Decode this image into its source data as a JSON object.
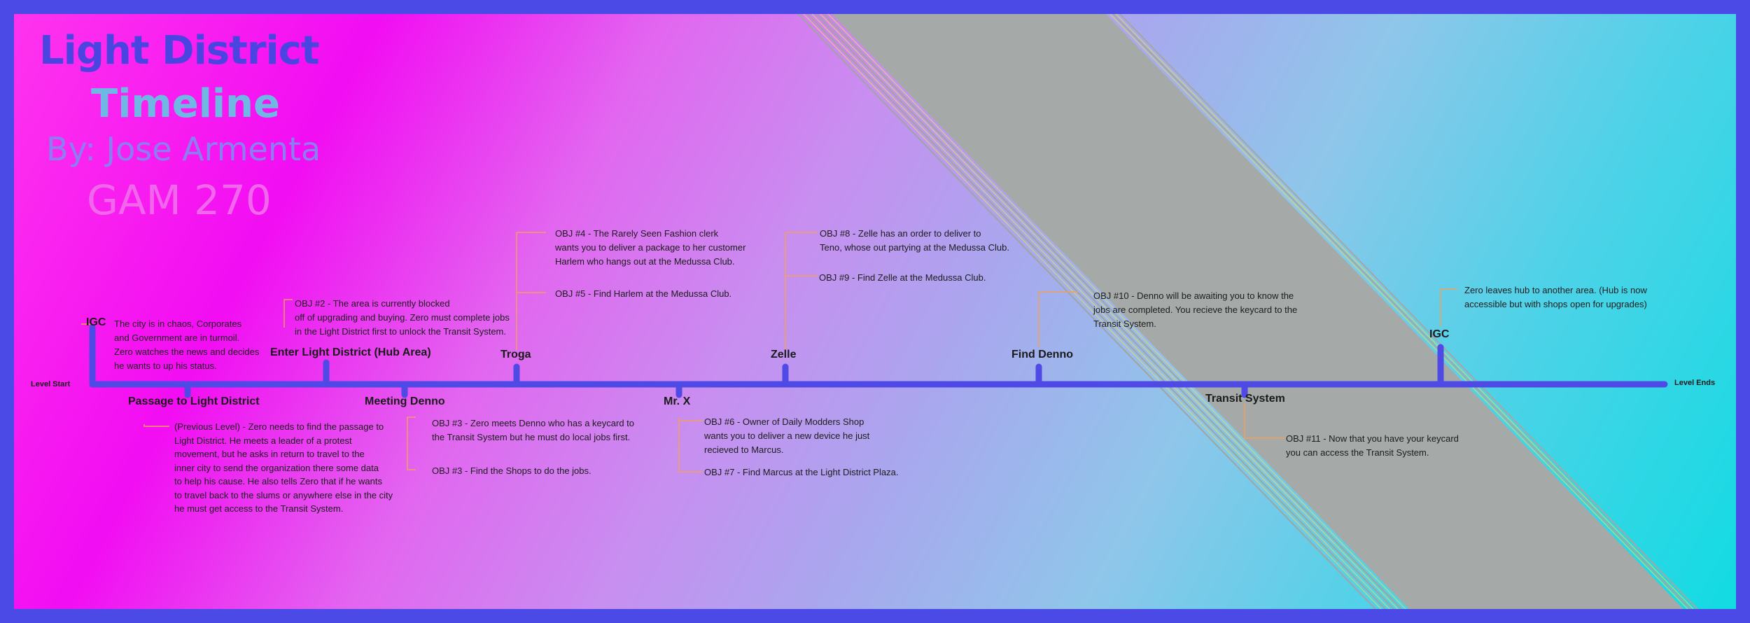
{
  "header": {
    "title": "Light District",
    "subtitle": "Timeline",
    "author": "By: Jose Armenta",
    "course": "GAM 270"
  },
  "timeline": {
    "start_label": "Level Start",
    "end_label": "Level Ends",
    "events": [
      {
        "label": "IGC"
      },
      {
        "label": "Passage to Light District"
      },
      {
        "label": "Enter Light District (Hub Area)"
      },
      {
        "label": "Meeting Denno"
      },
      {
        "label": "Troga"
      },
      {
        "label": "Mr. X"
      },
      {
        "label": "Zelle"
      },
      {
        "label": "Find Denno"
      },
      {
        "label": "Transit System"
      },
      {
        "label": "IGC"
      }
    ],
    "notes": [
      "The city is in chaos, Corporates\nand Government are in turmoil.\nZero watches the news and decides\nhe wants to up his status.",
      "(Previous Level) - Zero needs to find the passage to\nLight District. He meets a leader of a protest\nmovement, but he asks in return to travel to the\ninner city to send the organization there some data\nto help his cause. He also tells Zero that if he wants\nto travel back to the slums or anywhere else in the city\nhe must get access to the Transit System.",
      "OBJ #2 - The area is currently blocked\noff of upgrading and buying. Zero must complete jobs\nin the Light District first to unlock the Transit System.",
      "OBJ #3 - Zero meets Denno who has a keycard to\nthe Transit System but he must do local jobs first.",
      "OBJ #3 - Find the Shops to do the jobs.",
      "OBJ #4 - The Rarely Seen Fashion clerk\nwants you to deliver a package to her customer\nHarlem who hangs out at the Medussa Club.",
      "OBJ #5 - Find Harlem at the Medussa Club.",
      "OBJ #6 - Owner of Daily Modders Shop\nwants you to deliver a new device he just\nrecieved to Marcus.",
      "OBJ #7 - Find Marcus at the Light District Plaza.",
      "OBJ #8 - Zelle has an order to deliver to\nTeno, whose out partying at the Medussa Club.",
      "OBJ #9 - Find Zelle at the Medussa Club.",
      "OBJ #10 - Denno will be awaiting you to know the\njobs are completed. You recieve the keycard to the\nTransit System.",
      "OBJ #11 - Now that you have your keycard\nyou can access the Transit System.",
      "Zero leaves hub to another area. (Hub is now\naccessible but with shops open for upgrades)"
    ]
  },
  "colors": {
    "frame": "#4b4ae6",
    "timeline": "#4f49e6",
    "connector": "#f0a05a",
    "gray_band": "#a5aaa9"
  }
}
